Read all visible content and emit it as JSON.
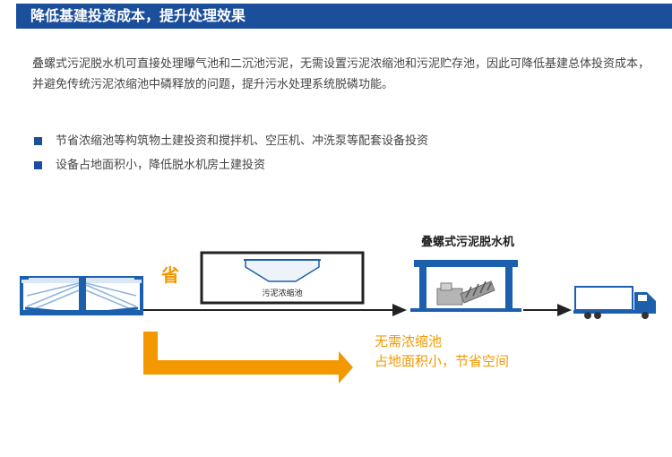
{
  "header": {
    "title": "降低基建投资成本，提升处理效果",
    "bar_color": "#1b4f9c"
  },
  "intro": {
    "text": "叠螺式污泥脱水机可直接处理曝气池和二沉池污泥，无需设置污泥浓缩池和污泥贮存池，因此可降低基建总体投资成本，并避免传统污泥浓缩池中磷释放的问题，提升污水处理系统脱磷功能。"
  },
  "benefits": [
    {
      "text": "节省浓缩池等构筑物土建投资和搅拌机、空压机、冲洗泵等配套设备投资"
    },
    {
      "text": "设备占地面积小，降低脱水机房土建投资"
    }
  ],
  "diagram": {
    "saved_label": "省",
    "tank_label": "污泥浓缩池",
    "machine_label": "叠螺式污泥脱水机",
    "no_tank_label": "无需浓缩池",
    "space_label": "占地面积小，节省空间",
    "colors": {
      "blue": "#1b5fad",
      "orange": "#f39800",
      "black": "#222222"
    },
    "icons": [
      "clarifier-tank-icon",
      "screw-press-machine-icon",
      "truck-icon"
    ]
  }
}
